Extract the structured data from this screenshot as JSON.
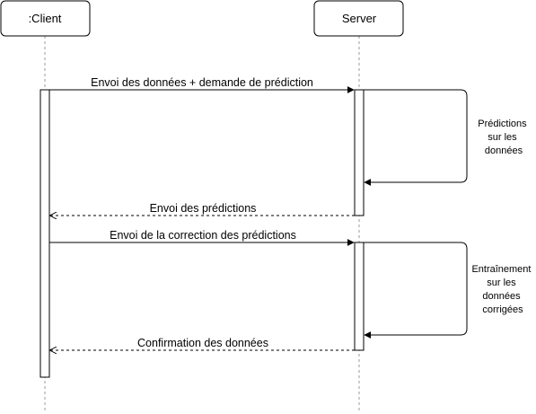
{
  "participants": {
    "client": {
      "label": ":Client"
    },
    "server": {
      "label": "Server"
    }
  },
  "messages": [
    {
      "label": "Envoi des données + demande de prédiction",
      "kind": "sync"
    },
    {
      "label": "Envoi des prédictions",
      "kind": "return"
    },
    {
      "label": "Envoi de la correction des prédictions",
      "kind": "sync"
    },
    {
      "label": "Confirmation des données",
      "kind": "return"
    }
  ],
  "self_calls": [
    {
      "lines": [
        "Prédictions",
        "sur les",
        "données"
      ]
    },
    {
      "lines": [
        "Entraînement",
        "sur les",
        "données",
        "corrigées"
      ]
    }
  ],
  "colors": {
    "stroke": "#000000",
    "lifeline": "#999999",
    "box_fill": "#ffffff"
  }
}
